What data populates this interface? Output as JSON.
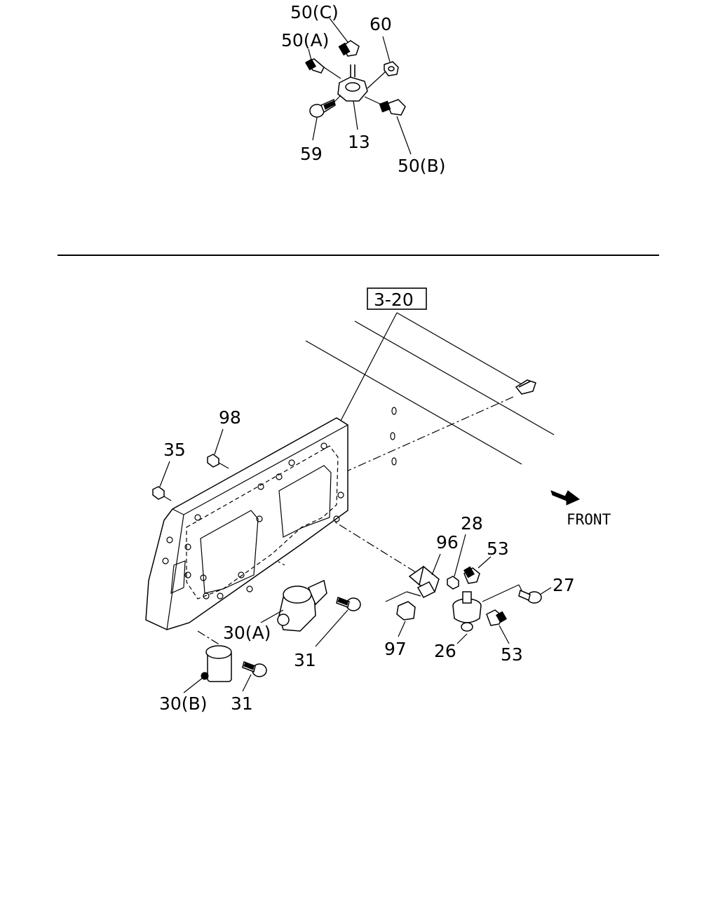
{
  "diagram": {
    "top_labels": {
      "l50c": "50(C)",
      "l60": "60",
      "l50a": "50(A)",
      "l59": "59",
      "l13": "13",
      "l50b": "50(B)"
    },
    "bottom_labels": {
      "ref": "3-20",
      "l98": "98",
      "l35": "35",
      "front": "FRONT",
      "l28": "28",
      "l96": "96",
      "l53a": "53",
      "l27": "27",
      "l30a": "30(A)",
      "l31a": "31",
      "l97": "97",
      "l26": "26",
      "l53b": "53",
      "l30b": "30(B)",
      "l31b": "31"
    }
  }
}
